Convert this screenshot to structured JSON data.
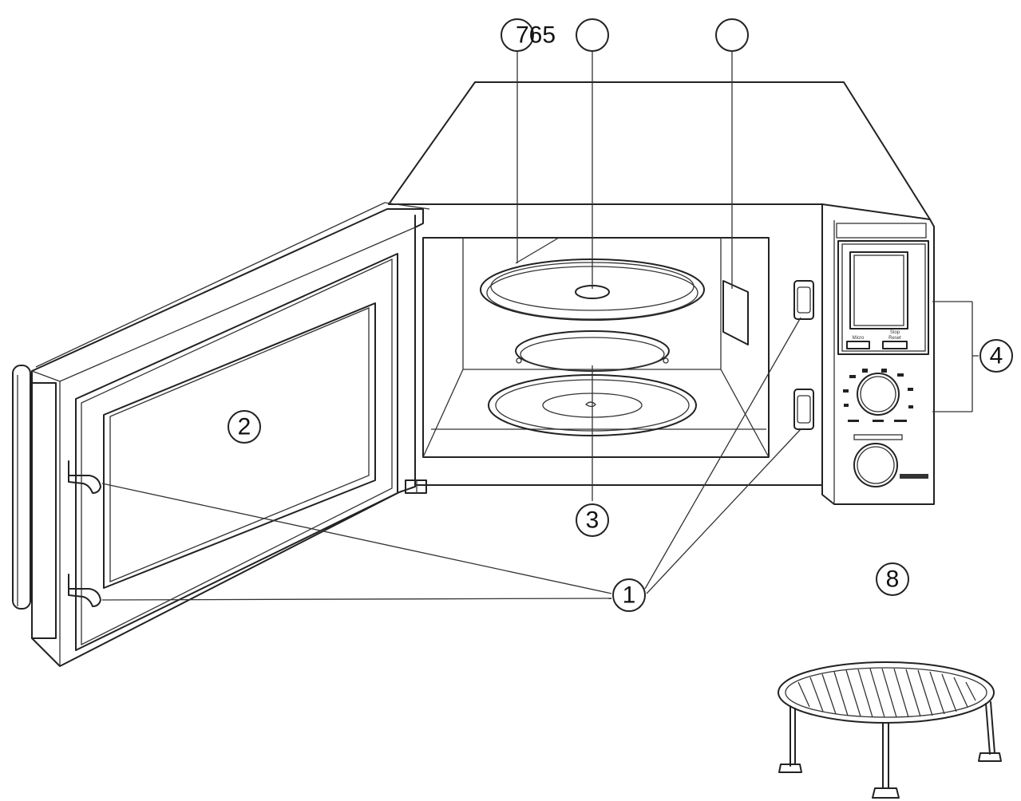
{
  "callouts": {
    "c1": "1",
    "c2": "2",
    "c3": "3",
    "c4": "4",
    "c765": "765",
    "c8": "8"
  },
  "panel": {
    "button_left": "Micro",
    "button_right_top": "Stop",
    "button_right_bottom": "Reset"
  }
}
